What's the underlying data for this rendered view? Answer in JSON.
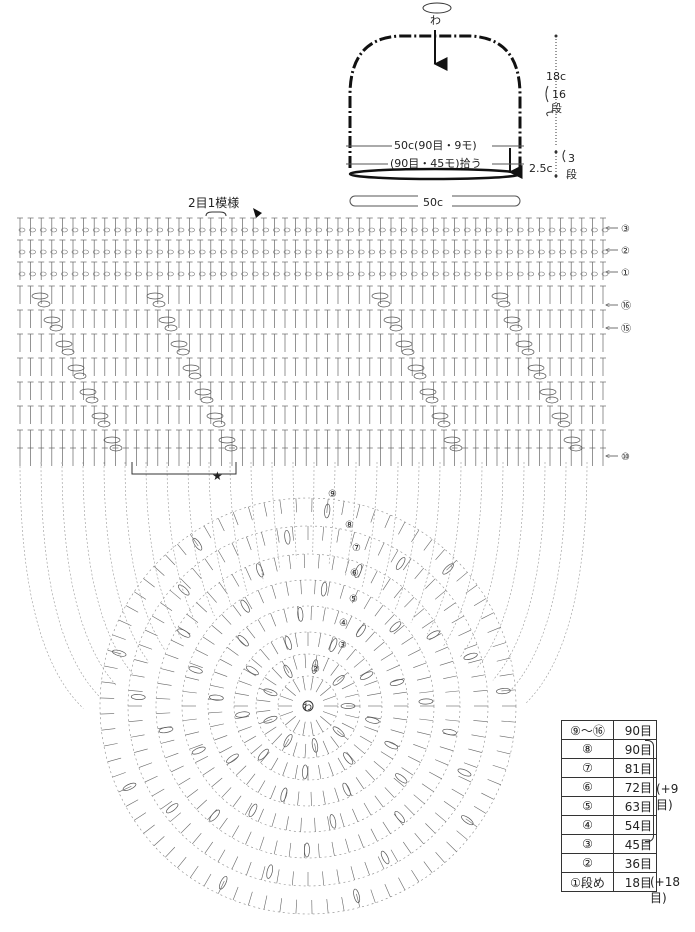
{
  "schematic": {
    "top_mark": "わ",
    "height_label": "18c",
    "height_rows": "16",
    "height_rows_unit": "段",
    "circ_label": "50c(90目・9モ)",
    "pickup_label": "(90目・45モ)拾う",
    "band_height": "2.5c",
    "band_rows": "3",
    "band_rows_unit": "段",
    "band_circ": "50c"
  },
  "diagram": {
    "pattern_repeat": "2目1模様",
    "center_mark": "わ",
    "star": "★",
    "side_rows": [
      "③",
      "②",
      "①",
      "⑯",
      "⑮",
      "⑩"
    ],
    "circle_rows": [
      "⑨",
      "⑧",
      "⑦",
      "⑥",
      "⑤",
      "④",
      "③",
      "②",
      "①"
    ]
  },
  "stitch_table": {
    "rows": [
      {
        "round": "⑨〜⑯",
        "count": "90目"
      },
      {
        "round": "⑧",
        "count": "90目"
      },
      {
        "round": "⑦",
        "count": "81目"
      },
      {
        "round": "⑥",
        "count": "72目"
      },
      {
        "round": "⑤",
        "count": "63目"
      },
      {
        "round": "④",
        "count": "54目"
      },
      {
        "round": "③",
        "count": "45目"
      },
      {
        "round": "②",
        "count": "36目"
      },
      {
        "round": "①段め",
        "count": "18目"
      }
    ],
    "inc_9": "(+9目)",
    "inc_18": "(+18目)"
  }
}
